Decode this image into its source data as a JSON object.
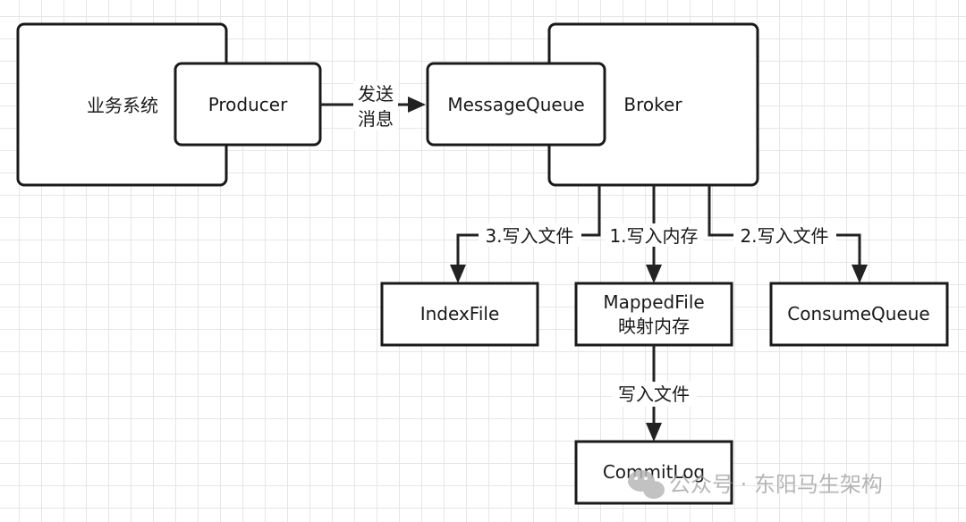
{
  "nodes": {
    "business_system": "业务系统",
    "producer": "Producer",
    "message_queue": "MessageQueue",
    "broker": "Broker",
    "index_file": "IndexFile",
    "mapped_file_line1": "MappedFile",
    "mapped_file_line2": "映射内存",
    "consume_queue": "ConsumeQueue",
    "commit_log": "CommitLog"
  },
  "edges": {
    "send_line1": "发送",
    "send_line2": "消息",
    "write_memory": "1.写入内存",
    "write_file_consume": "2.写入文件",
    "write_file_index": "3.写入文件",
    "write_file_commit": "写入文件"
  },
  "watermark": {
    "text": "公众号 · 东阳马生架构",
    "icon": "wechat-icon"
  },
  "colors": {
    "stroke": "#1a1a1a",
    "grid": "#e6e6e6",
    "background": "#ffffff",
    "watermark": "#9a9a9a"
  }
}
